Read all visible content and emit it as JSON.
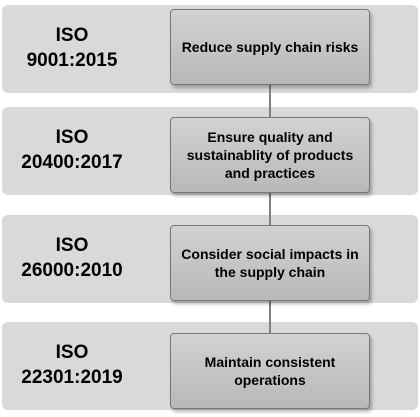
{
  "rows": [
    {
      "standard": "ISO\n9001:2015",
      "goal": "Reduce supply chain risks"
    },
    {
      "standard": "ISO\n20400:2017",
      "goal": "Ensure quality and sustainablity of products and practices"
    },
    {
      "standard": "ISO\n26000:2010",
      "goal": "Consider social impacts in the supply chain"
    },
    {
      "standard": "ISO\n22301:2019",
      "goal": "Maintain consistent operations"
    }
  ],
  "colors": {
    "band": "#d9d9d9",
    "box": "#c4c4c4",
    "connector": "#808080"
  }
}
